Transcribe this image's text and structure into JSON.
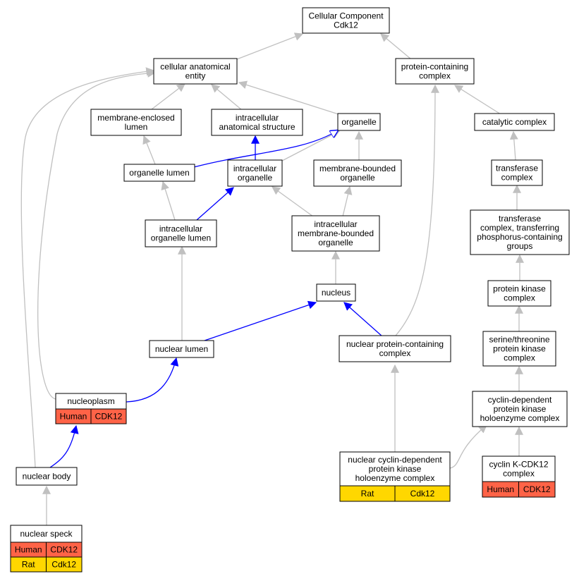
{
  "colors": {
    "edge_gray": "#c0c0c0",
    "edge_blue": "#0000ff",
    "human_fill": "#ff6347",
    "rat_fill": "#ffd700",
    "node_stroke": "#000000",
    "node_fill": "#ffffff"
  },
  "nodes": {
    "cc_cdk12": [
      "Cellular Component",
      "Cdk12"
    ],
    "cellular_anatomical_entity": [
      "cellular anatomical",
      "entity"
    ],
    "protein_containing_complex": [
      "protein-containing",
      "complex"
    ],
    "membrane_enclosed_lumen": [
      "membrane-enclosed",
      "lumen"
    ],
    "intracellular_anatomical_structure": [
      "intracellular",
      "anatomical structure"
    ],
    "organelle": [
      "organelle"
    ],
    "catalytic_complex": [
      "catalytic complex"
    ],
    "organelle_lumen": [
      "organelle lumen"
    ],
    "intracellular_organelle": [
      "intracellular",
      "organelle"
    ],
    "membrane_bounded_organelle": [
      "membrane-bounded",
      "organelle"
    ],
    "transferase_complex": [
      "transferase",
      "complex"
    ],
    "intracellular_organelle_lumen": [
      "intracellular",
      "organelle lumen"
    ],
    "intracellular_membrane_bounded_organelle": [
      "intracellular",
      "membrane-bounded",
      "organelle"
    ],
    "transferase_complex_phospho": [
      "transferase",
      "complex, transferring",
      "phosphorus-containing",
      "groups"
    ],
    "nucleus": [
      "nucleus"
    ],
    "protein_kinase_complex": [
      "protein kinase",
      "complex"
    ],
    "nuclear_lumen": [
      "nuclear lumen"
    ],
    "nuclear_protein_containing_complex": [
      "nuclear protein-containing",
      "complex"
    ],
    "ser_thr_protein_kinase_complex": [
      "serine/threonine",
      "protein kinase",
      "complex"
    ],
    "nucleoplasm": [
      "nucleoplasm"
    ],
    "cdk_holoenzyme_complex": [
      "cyclin-dependent",
      "protein kinase",
      "holoenzyme complex"
    ],
    "nuclear_body": [
      "nuclear body"
    ],
    "nuclear_cdk_holoenzyme_complex": [
      "nuclear cyclin-dependent",
      "protein kinase",
      "holoenzyme complex"
    ],
    "cyclin_k_cdk12_complex": [
      "cyclin K-CDK12",
      "complex"
    ],
    "nuclear_speck": [
      "nuclear speck"
    ]
  },
  "annotations": {
    "nucleoplasm": [
      [
        "Human",
        "CDK12"
      ]
    ],
    "nuclear_cdk_holoenzyme_complex": [
      [
        "Rat",
        "Cdk12"
      ]
    ],
    "cyclin_k_cdk12_complex": [
      [
        "Human",
        "CDK12"
      ]
    ],
    "nuclear_speck": [
      [
        "Human",
        "CDK12"
      ],
      [
        "Rat",
        "Cdk12"
      ]
    ]
  }
}
